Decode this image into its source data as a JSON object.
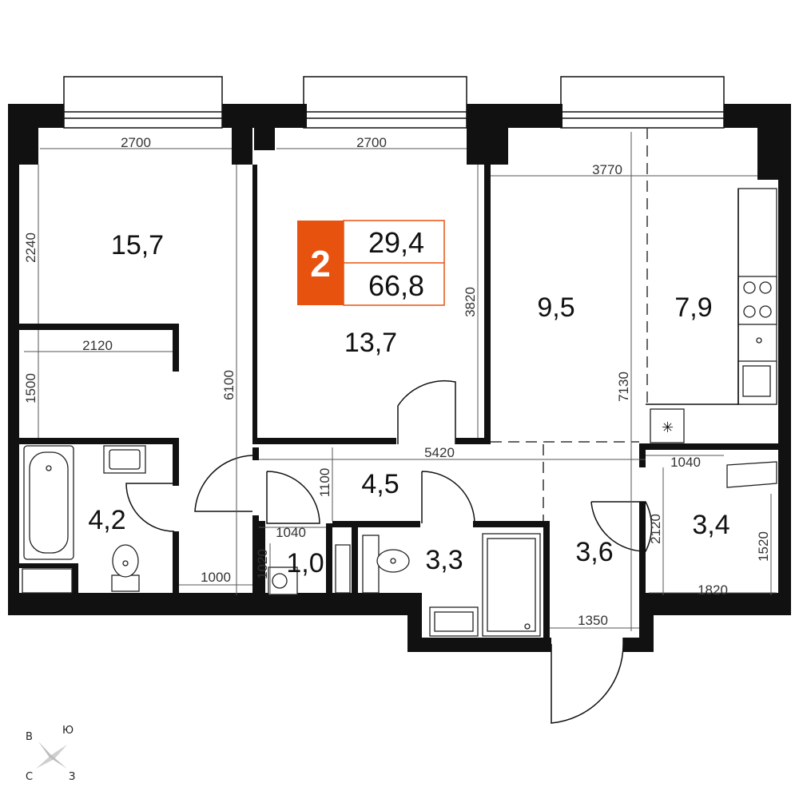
{
  "plan": {
    "rooms_count": "2",
    "living_area": "29,4",
    "total_area": "66,8",
    "accent_color": "#e8520f"
  },
  "rooms": [
    {
      "area": "15,7"
    },
    {
      "area": "13,7"
    },
    {
      "area": "9,5"
    },
    {
      "area": "7,9"
    },
    {
      "area": "4,2"
    },
    {
      "area": "4,5"
    },
    {
      "area": "1,0"
    },
    {
      "area": "3,3"
    },
    {
      "area": "3,6"
    },
    {
      "area": "3,4"
    }
  ],
  "dimensions": [
    "2700",
    "2700",
    "3770",
    "2240",
    "2120",
    "1500",
    "6100",
    "3820",
    "7130",
    "5420",
    "1100",
    "1040",
    "1040",
    "2120",
    "1520",
    "1820",
    "1000",
    "1020",
    "1350"
  ],
  "compass": {
    "n": "В",
    "e": "Ю",
    "s": "З",
    "w": "С"
  }
}
